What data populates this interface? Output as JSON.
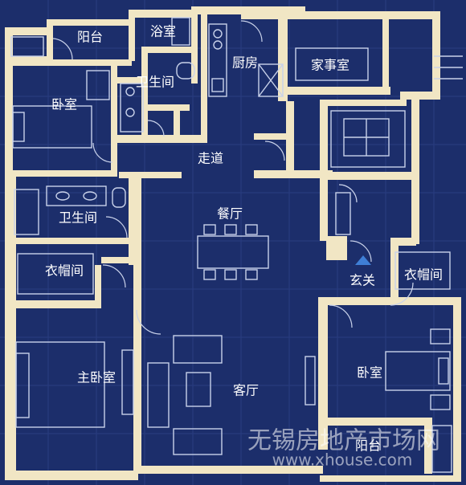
{
  "rooms": {
    "balcony_top": "阳台",
    "bath_top": "浴室",
    "kitchen": "厨房",
    "utility": "家事室",
    "bedroom_nw": "卧室",
    "wc_top": "卫生间",
    "corridor": "走道",
    "wc_left": "卫生间",
    "dining": "餐厅",
    "closet_left": "衣帽间",
    "foyer": "玄关",
    "closet_right": "衣帽间",
    "master_bedroom": "主卧室",
    "living": "客厅",
    "bedroom_se": "卧室",
    "balcony_bottom": "阳台"
  },
  "watermark": {
    "cn": "无锡房地产市场网",
    "url": "www.xhouse.com"
  },
  "colors": {
    "background": "#1c2e6b",
    "wall": "#f1e6c4",
    "fixture_line": "#c9d2ea",
    "entry_marker": "#3f7fd6"
  }
}
